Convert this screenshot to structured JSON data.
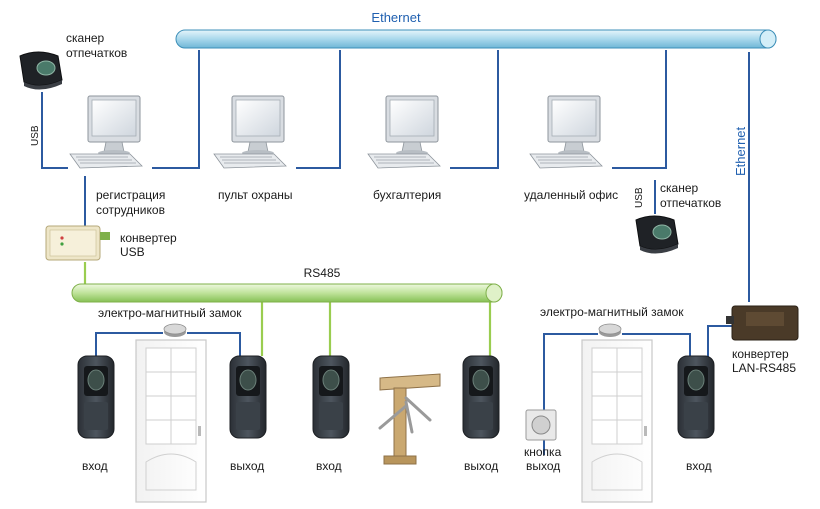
{
  "labels": {
    "ethernet_top": "Ethernet",
    "ethernet_side": "Ethernet",
    "rs485": "RS485",
    "usb_left": "USB",
    "usb_right": "USB",
    "scanner_left_1": "сканер",
    "scanner_left_2": "отпечатков",
    "scanner_right_1": "сканер",
    "scanner_right_2": "отпечатков",
    "pc1_1": "регистрация",
    "pc1_2": "сотрудников",
    "pc2": "пульт охраны",
    "pc3": "бухгалтерия",
    "pc4": "удаленный офис",
    "conv_usb_1": "конвертер",
    "conv_usb_2": "USB",
    "conv_lan_1": "конвертер",
    "conv_lan_2": "LAN-RS485",
    "lock_left": "электро-магнитный замок",
    "lock_right": "электро-магнитный замок",
    "r1": "вход",
    "r2": "выход",
    "r3": "вход",
    "r4": "выход",
    "r5": "вход",
    "button_1": "кнопка",
    "button_2": "выход"
  },
  "colors": {
    "ethernet_bus": "#a9d8ec",
    "rs485_bus": "#bfe39a",
    "cable_blue": "#2c5aa0",
    "cable_green": "#9acd50"
  }
}
